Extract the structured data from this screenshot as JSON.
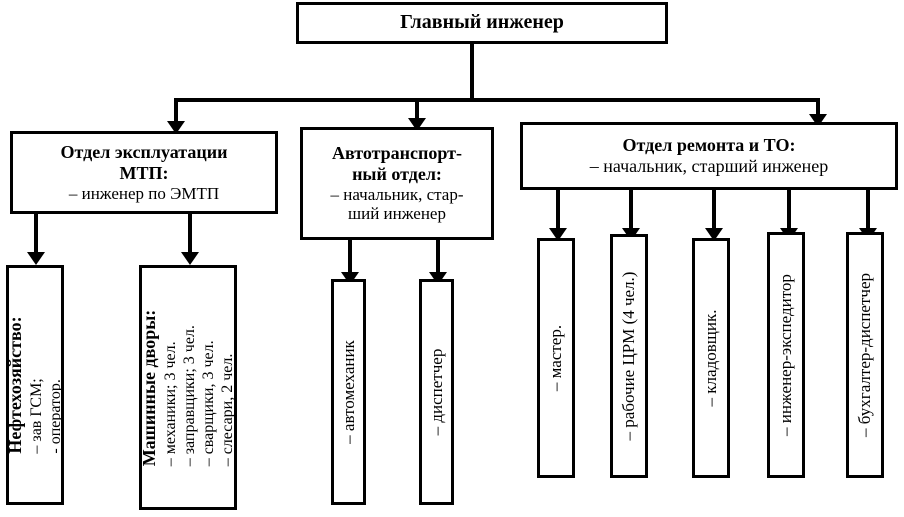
{
  "diagram": {
    "title_box": {
      "label": "Главный инженер"
    },
    "level2": [
      {
        "id": "otdel-ekspluatacii-mtp",
        "title_line1": "Отдел эксплуатации",
        "title_line2": "МТП:",
        "sub_line1": "– инженер по ЭМТП"
      },
      {
        "id": "avtotransportnyj-otdel",
        "title_line1": "Автотранспорт-",
        "title_line2": "ный отдел:",
        "sub_line1": "– начальник, стар-",
        "sub_line2": "ший инженер"
      },
      {
        "id": "otdel-remonta-i-to",
        "title_line1": "Отдел ремонта и ТО:",
        "sub_line1": "– начальник, старший инженер"
      }
    ],
    "level3": {
      "mtp_children": [
        {
          "id": "neftehozyajstvo",
          "title": "Нефтехозяйство:",
          "items": [
            "– зав ГСМ;",
            "- оператор."
          ]
        },
        {
          "id": "mashinnye-dvory",
          "title": "Машинные дворы:",
          "items": [
            "– механики; 3 чел.",
            "– заправщики; 3 чел.",
            "– сварщики, 3 чел.",
            "– слесари, 2 чел."
          ]
        }
      ],
      "ato_children": [
        {
          "id": "avtomehanik",
          "title": "– автомеханик"
        },
        {
          "id": "dispetcher",
          "title": "– диспетчер"
        }
      ],
      "remont_children": [
        {
          "id": "master",
          "title": "– мастер."
        },
        {
          "id": "rabochie-crm",
          "title": "– рабочие ЦРМ (4 чел.)"
        },
        {
          "id": "kladovshchik",
          "title": "– кладовщик."
        },
        {
          "id": "inzhener-ekspeditor",
          "title": "– инженер-экспедитор"
        },
        {
          "id": "buhgalter-dispetcher",
          "title": "– бухгалтер-диспетчер"
        }
      ]
    },
    "colors": {
      "line": "#000000",
      "box_fill": "#ffffff",
      "text": "#000000"
    }
  }
}
